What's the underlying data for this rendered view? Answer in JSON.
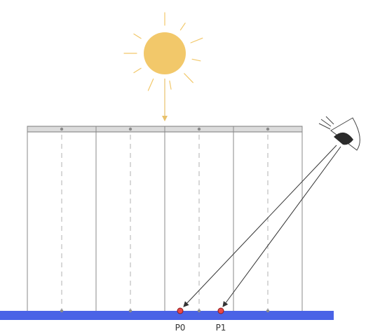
{
  "colors": {
    "sun": "#f2c86a",
    "ray_arrow": "#e8c16b",
    "frame_line": "#8a8a8a",
    "top_bar": "#dcdcdc",
    "dash": "#b0b0b0",
    "ground": "#4a63e6",
    "point_fill": "#e84848",
    "point_stroke": "#8a1c1c",
    "sight_line": "#333333",
    "eye": "#2b2b2b"
  },
  "icons": [
    "sun-icon",
    "eye-icon"
  ],
  "columns": 4,
  "points": [
    {
      "label": "P0"
    },
    {
      "label": "P1"
    }
  ]
}
